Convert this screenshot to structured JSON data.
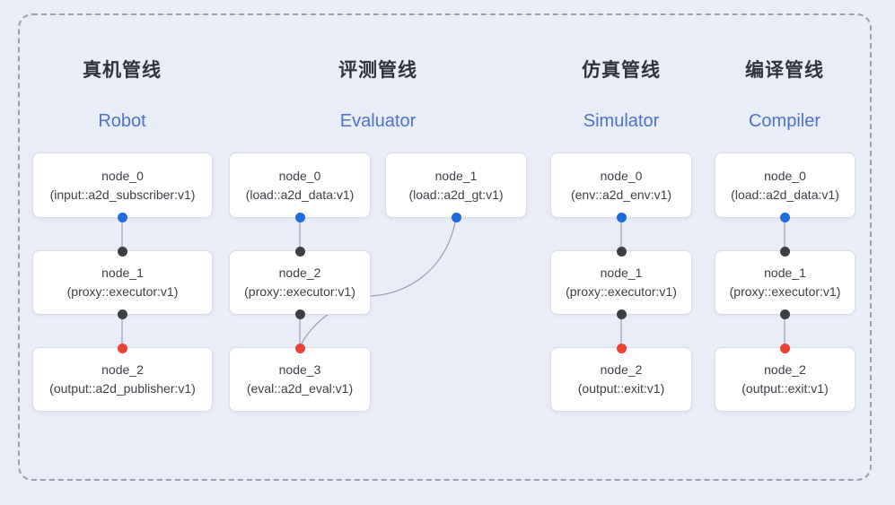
{
  "diagram": {
    "bg_color": "#e9edf8",
    "frame_border_color": "#99a1ae",
    "edge_color": "#99a1ae",
    "node_bg_color": "#ffffff",
    "title_en_color": "#4d73c8",
    "port_colors": {
      "source_port": "#1f6be0",
      "through_port": "#3d4043",
      "sink_port": "#ea4334"
    }
  },
  "pipelines": [
    {
      "title_zh": "真机管线",
      "title_en": "Robot",
      "nodes": [
        {
          "name": "node_0",
          "type": "(input::a2d_subscriber:v1)"
        },
        {
          "name": "node_1",
          "type": "(proxy::executor:v1)"
        },
        {
          "name": "node_2",
          "type": "(output::a2d_publisher:v1)"
        }
      ],
      "edges": [
        {
          "from": "node_0",
          "to": "node_1"
        },
        {
          "from": "node_1",
          "to": "node_2"
        }
      ]
    },
    {
      "title_zh": "评测管线",
      "title_en": "Evaluator",
      "nodes": [
        {
          "name": "node_0",
          "type": "(load::a2d_data:v1)"
        },
        {
          "name": "node_1",
          "type": "(load::a2d_gt:v1)"
        },
        {
          "name": "node_2",
          "type": "(proxy::executor:v1)"
        },
        {
          "name": "node_3",
          "type": "(eval::a2d_eval:v1)"
        }
      ],
      "edges": [
        {
          "from": "node_0",
          "to": "node_2"
        },
        {
          "from": "node_1",
          "to": "node_3"
        },
        {
          "from": "node_2",
          "to": "node_3"
        }
      ]
    },
    {
      "title_zh": "仿真管线",
      "title_en": "Simulator",
      "nodes": [
        {
          "name": "node_0",
          "type": "(env::a2d_env:v1)"
        },
        {
          "name": "node_1",
          "type": "(proxy::executor:v1)"
        },
        {
          "name": "node_2",
          "type": "(output::exit:v1)"
        }
      ],
      "edges": [
        {
          "from": "node_0",
          "to": "node_1"
        },
        {
          "from": "node_1",
          "to": "node_2"
        }
      ]
    },
    {
      "title_zh": "编译管线",
      "title_en": "Compiler",
      "nodes": [
        {
          "name": "node_0",
          "type": "(load::a2d_data:v1)"
        },
        {
          "name": "node_1",
          "type": "(proxy::executor:v1)"
        },
        {
          "name": "node_2",
          "type": "(output::exit:v1)"
        }
      ],
      "edges": [
        {
          "from": "node_0",
          "to": "node_1"
        },
        {
          "from": "node_1",
          "to": "node_2"
        }
      ]
    }
  ]
}
